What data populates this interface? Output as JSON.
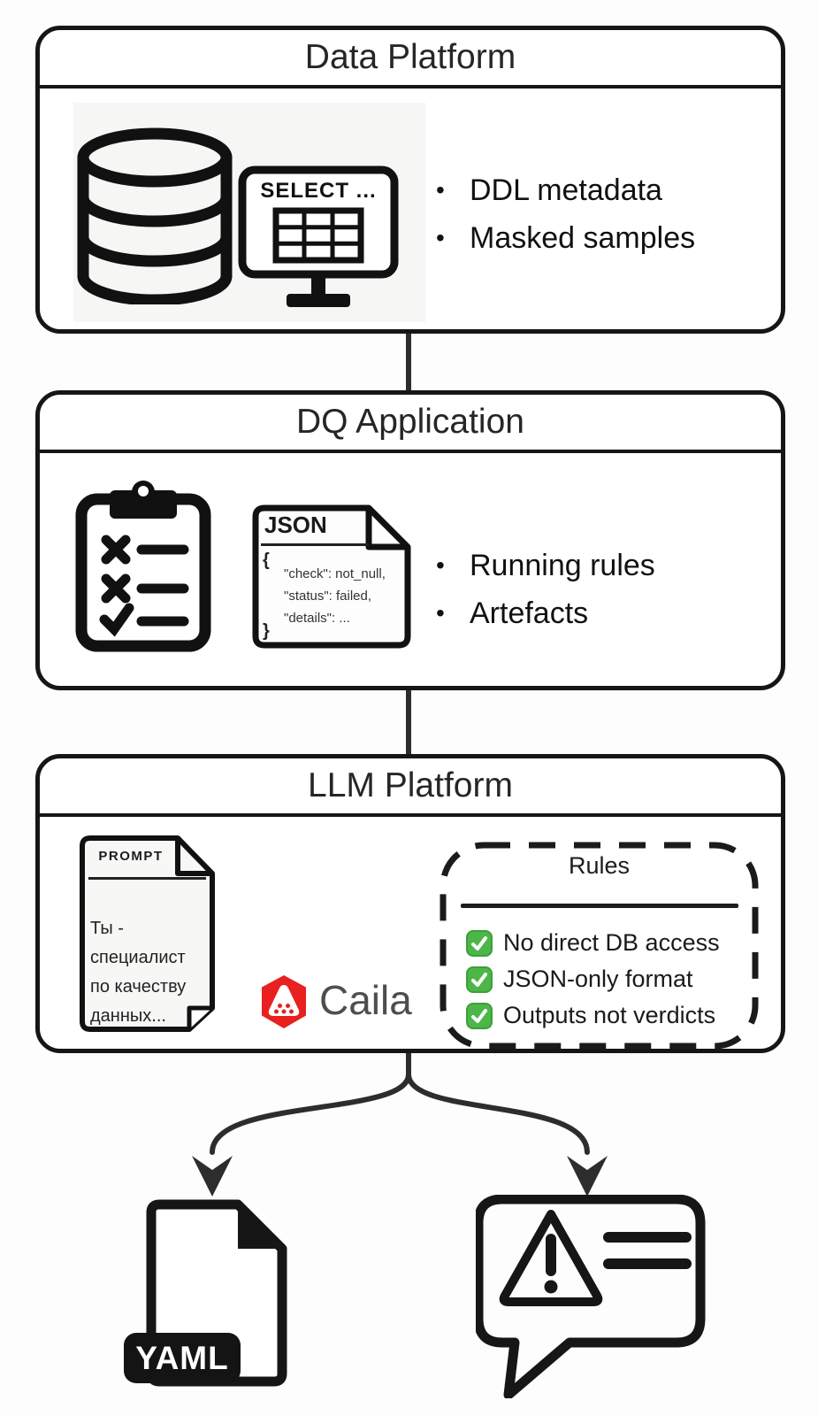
{
  "colors": {
    "ink": "#161616",
    "connector": "#2d2d2d",
    "caila_red": "#e8201f",
    "check_green": "#4cb648"
  },
  "ui": {
    "bullet_char": "•"
  },
  "data_platform": {
    "title": "Data Platform",
    "monitor_text": "SELECT ...",
    "bullets": [
      "DDL metadata",
      "Masked samples"
    ]
  },
  "dq_application": {
    "title": "DQ Application",
    "json_card": {
      "title": "JSON",
      "open_brace": "{",
      "lines": [
        "\"check\": not_null,",
        "\"status\": failed,",
        "\"details\": ..."
      ],
      "close_brace": "}"
    },
    "bullets": [
      "Running rules",
      "Artefacts"
    ]
  },
  "llm_platform": {
    "title": "LLM Platform",
    "prompt_card": {
      "title": "PROMPT",
      "body": "Ты - специалист по качеству данных..."
    },
    "caila": {
      "name": "Caila"
    },
    "rules": {
      "title": "Rules",
      "items": [
        "No direct DB access",
        "JSON-only format",
        "Outputs not verdicts"
      ]
    }
  },
  "outputs": {
    "yaml_badge": "YAML"
  }
}
